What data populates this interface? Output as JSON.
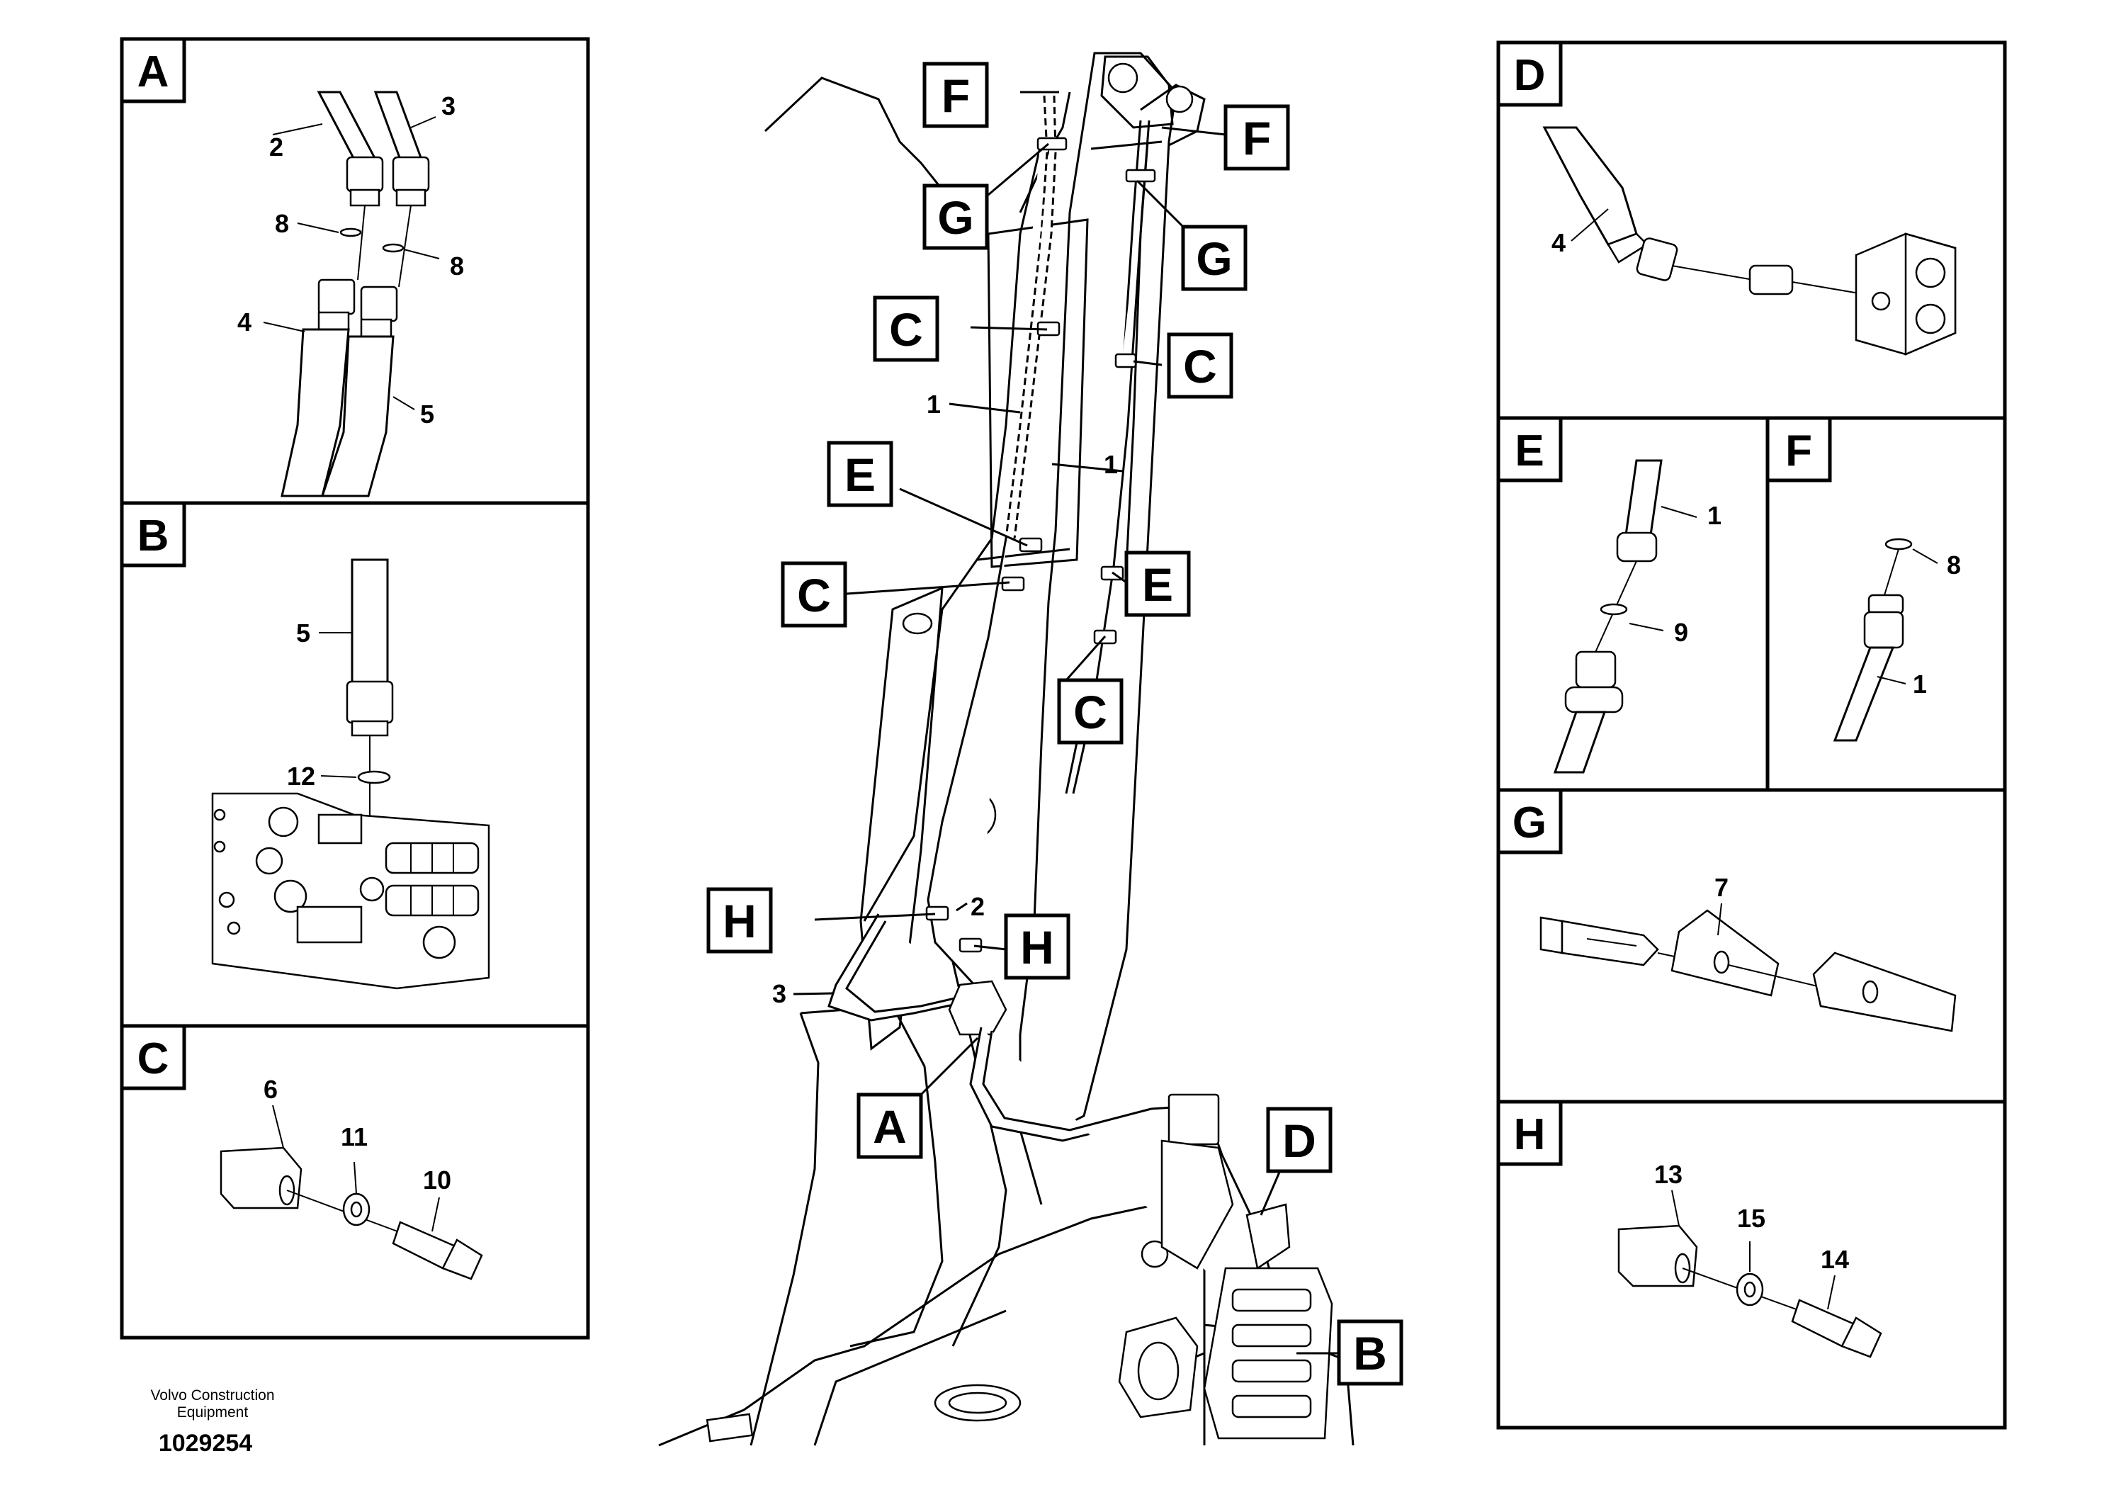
{
  "panels": {
    "A": {
      "letter": "A",
      "callouts": [
        "2",
        "3",
        "8",
        "8",
        "4",
        "5"
      ]
    },
    "B": {
      "letter": "B",
      "callouts": [
        "5",
        "12"
      ]
    },
    "C": {
      "letter": "C",
      "callouts": [
        "6",
        "11",
        "10"
      ]
    },
    "D": {
      "letter": "D",
      "callouts": [
        "4"
      ]
    },
    "E": {
      "letter": "E",
      "callouts": [
        "1",
        "9"
      ]
    },
    "F": {
      "letter": "F",
      "callouts": [
        "8",
        "1"
      ]
    },
    "G": {
      "letter": "G",
      "callouts": [
        "7"
      ]
    },
    "H": {
      "letter": "H",
      "callouts": [
        "13",
        "15",
        "14"
      ]
    }
  },
  "main": {
    "boxes": [
      "F",
      "F",
      "G",
      "G",
      "C",
      "C",
      "E",
      "E",
      "C",
      "C",
      "H",
      "H",
      "A",
      "D",
      "B"
    ],
    "callouts": [
      "1",
      "1",
      "2",
      "3"
    ]
  },
  "footer": {
    "brand_line1": "Volvo Construction",
    "brand_line2": "Equipment",
    "doc_number": "1029254"
  }
}
